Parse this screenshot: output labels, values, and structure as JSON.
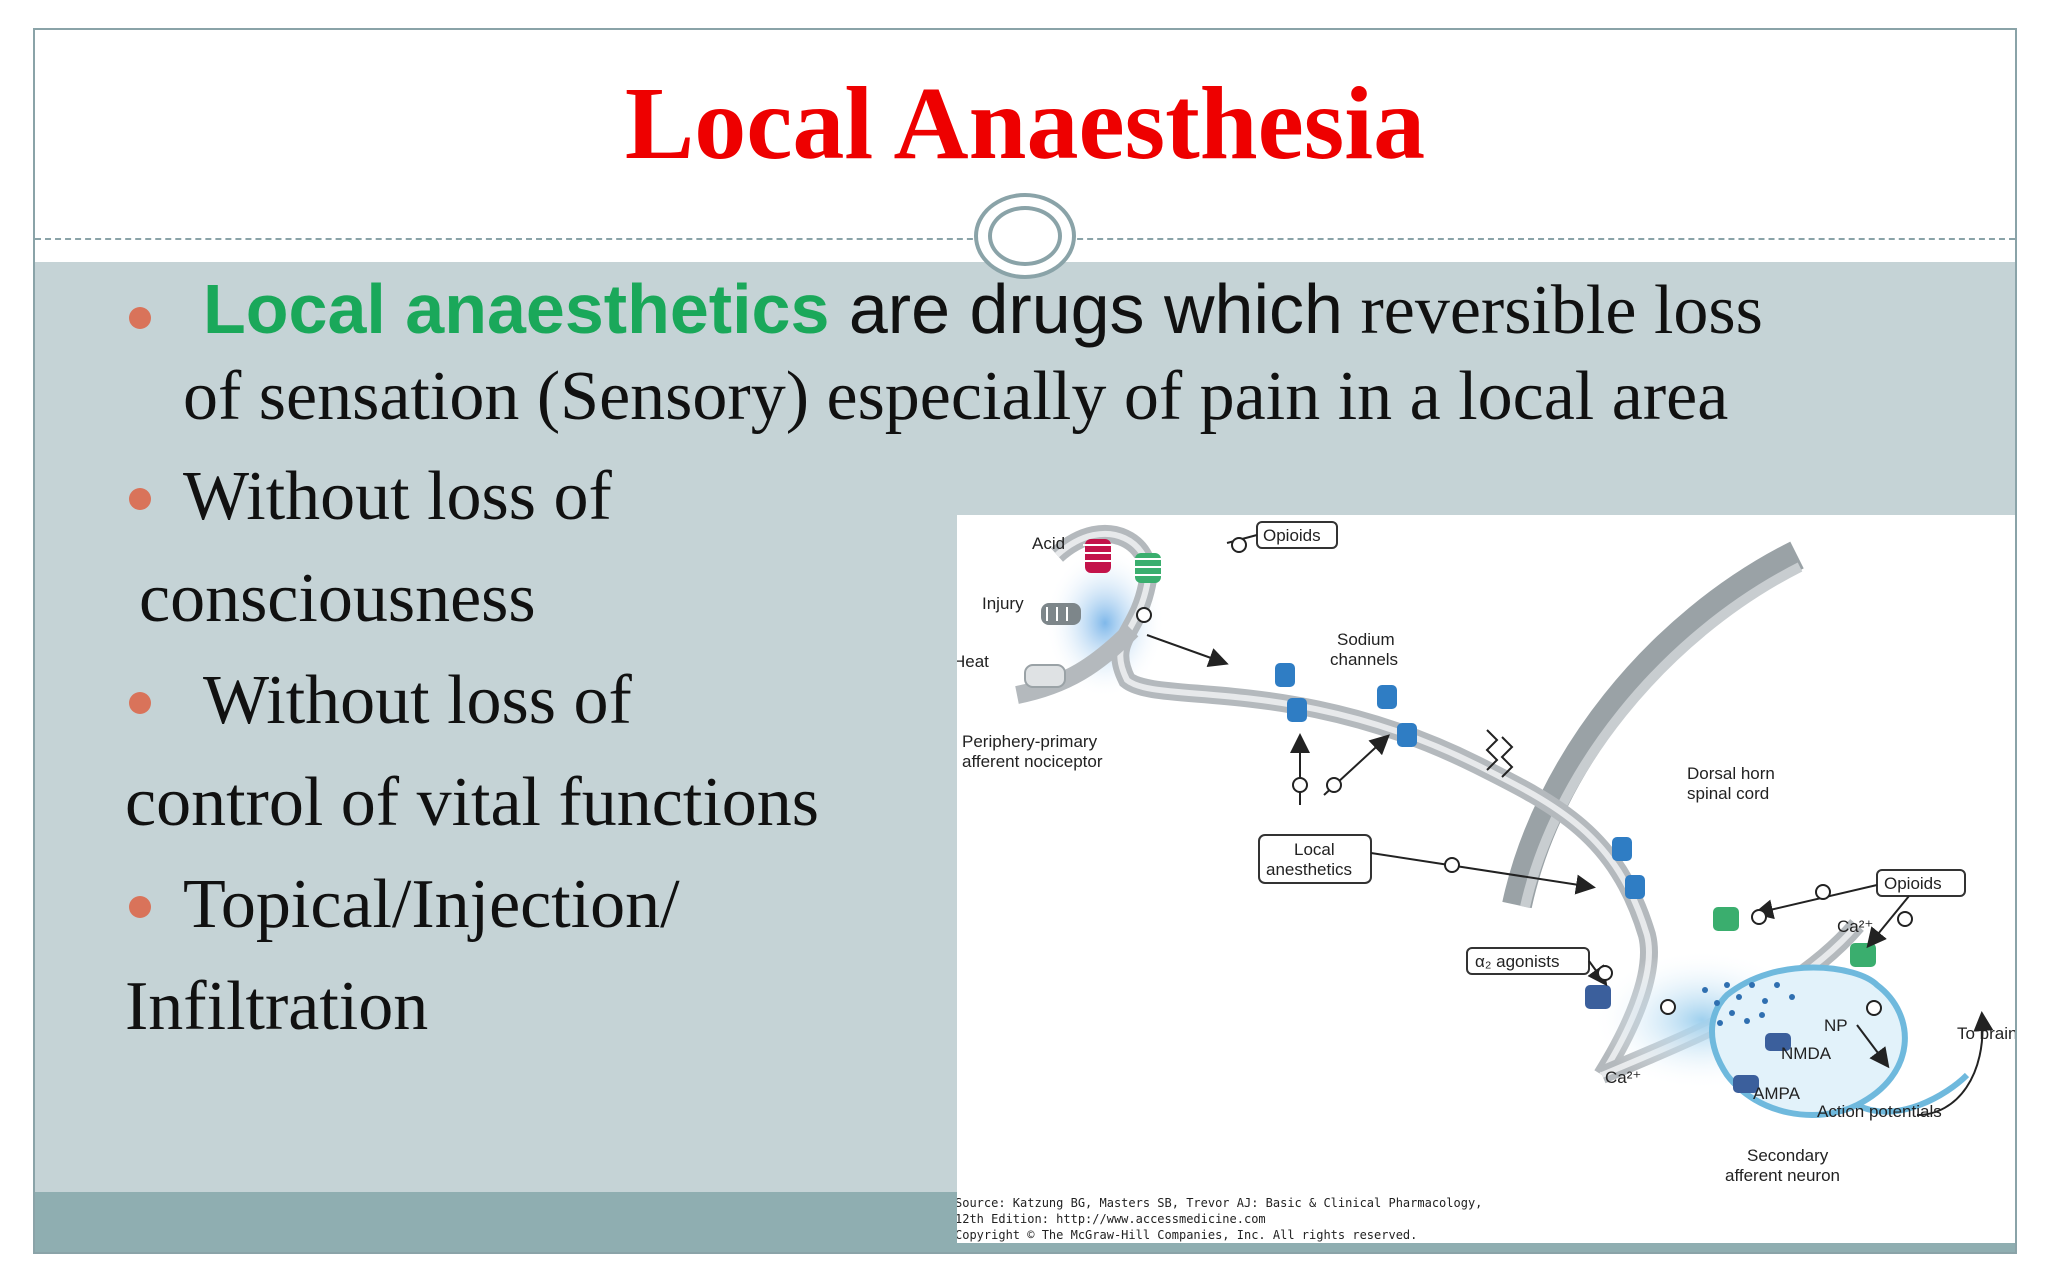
{
  "colors": {
    "title": "#ee0000",
    "highlight": "#1aa85a",
    "bullet": "#d9735a",
    "content_bg": "#c5d3d6",
    "footer_bg": "#8faeb1",
    "body_text": "#111111"
  },
  "slide": {
    "title": "Local Anaesthesia",
    "bullets": [
      {
        "highlight": "Local anaesthetics",
        "sans_rest": " are drugs which",
        "serif_rest": " reversible loss",
        "line2": "of sensation (Sensory) especially of pain in a local area"
      },
      {
        "line1": "Without loss of",
        "line2": "consciousness"
      },
      {
        "line1": "Without loss of",
        "line2": "control of vital functions"
      },
      {
        "line1": "Topical/Injection/",
        "line2": "Infiltration"
      }
    ]
  },
  "figure": {
    "labels": {
      "acid": "Acid",
      "injury": "Injury",
      "heat": "Heat",
      "periphery_1": "Periphery-primary",
      "periphery_2": "afferent nociceptor",
      "opioids_top": "Opioids",
      "sodium_1": "Sodium",
      "sodium_2": "channels",
      "local_1": "Local",
      "local_2": "anesthetics",
      "dorsal_1": "Dorsal horn",
      "dorsal_2": "spinal cord",
      "opioids_right": "Opioids",
      "alpha2": "α₂ agonists",
      "ca_right": "Ca²⁺",
      "ca_bottom": "Ca²⁺",
      "np": "NP",
      "nmda": "NMDA",
      "ampa": "AMPA",
      "action": "Action potentials",
      "to_brain": "To brain",
      "secondary_1": "Secondary",
      "secondary_2": "afferent neuron"
    },
    "source": {
      "line1": "Source: Katzung BG, Masters SB, Trevor AJ: Basic & Clinical Pharmacology,",
      "line2": "12th Edition: http://www.accessmedicine.com",
      "line3": "Copyright © The McGraw-Hill Companies, Inc. All rights reserved."
    }
  }
}
